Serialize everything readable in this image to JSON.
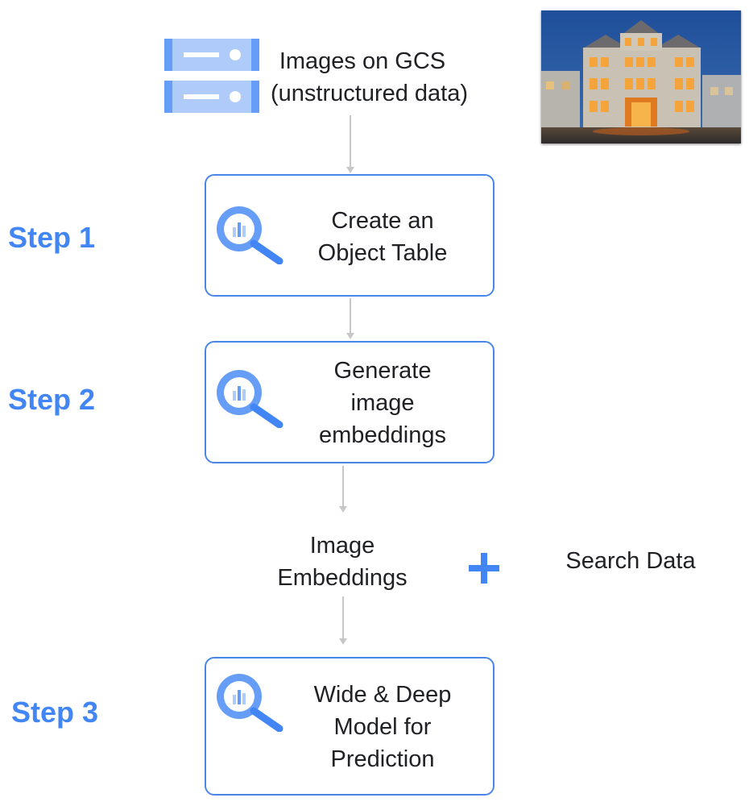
{
  "source": {
    "label_line1": "Images on GCS",
    "label_line2": "(unstructured data)"
  },
  "steps": [
    {
      "label": "Step 1",
      "lines": [
        "Create an",
        "Object Table"
      ]
    },
    {
      "label": "Step 2",
      "lines": [
        "Generate",
        "image",
        "embeddings"
      ]
    },
    {
      "label": "Step 3",
      "lines": [
        "Wide & Deep",
        "Model for",
        "Prediction"
      ]
    }
  ],
  "merge": {
    "left_line1": "Image",
    "left_line2": "Embeddings",
    "plus": "+",
    "right": "Search Data"
  },
  "icons": {
    "storage": "cloud-storage-icon",
    "bigquery": "bigquery-icon",
    "photo": "house-photo"
  },
  "colors": {
    "accent": "#4285f4",
    "box_border": "#4a86e8",
    "connector": "#c7c7c7",
    "storage_light": "#aecbfa",
    "storage_dark": "#669df6"
  }
}
